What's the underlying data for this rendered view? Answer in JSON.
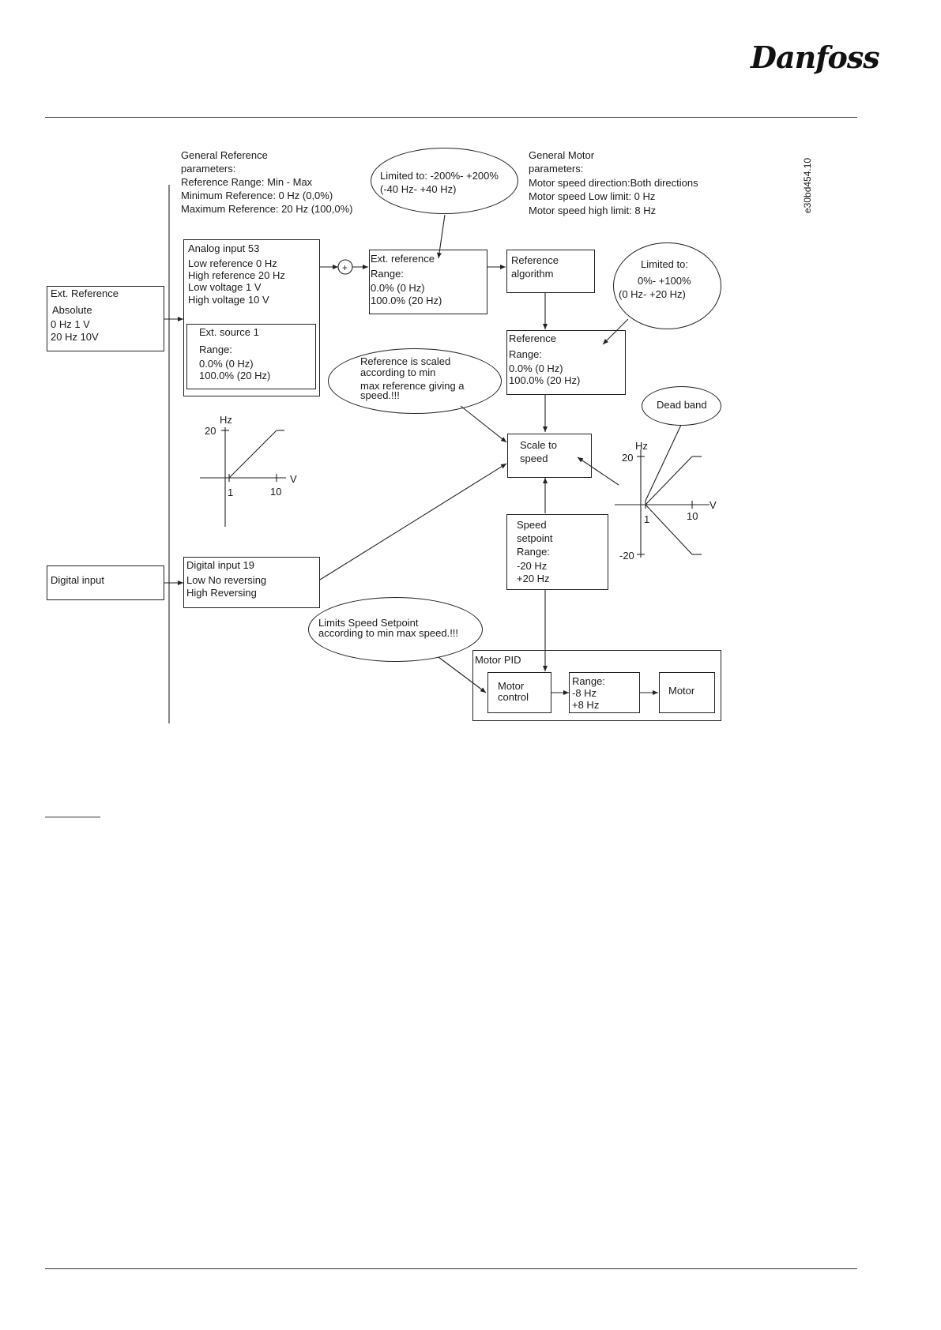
{
  "brand": {
    "logo_text": "Danfoss"
  },
  "doc_id": "e30bd454.10",
  "general_reference": {
    "lines": [
      "General Reference",
      "parameters:",
      "Reference Range: Min - Max",
      "Minimum Reference: 0 Hz (0,0%)",
      "Maximum Reference: 20 Hz (100,0%)"
    ]
  },
  "general_motor": {
    "lines": [
      "General Motor",
      "parameters:",
      "Motor speed direction:Both directions",
      "Motor speed Low limit: 0 Hz",
      "Motor speed high limit: 8 Hz"
    ]
  },
  "limit_200": {
    "lines": [
      "Limited to: -200%- +200%",
      "(-40 Hz- +40 Hz)"
    ]
  },
  "ext_reference_input": {
    "lines": [
      "Ext. Reference",
      "Absolute",
      "0 Hz  1 V",
      "20 Hz  10V"
    ]
  },
  "analog_input": {
    "lines": [
      "Analog input 53",
      "Low reference 0 Hz",
      "High reference 20 Hz",
      "Low voltage 1 V",
      "High voltage 10 V"
    ]
  },
  "ext_source": {
    "lines": [
      "Ext. source 1",
      "Range:",
      "0.0% (0 Hz)",
      "100.0% (20 Hz)"
    ]
  },
  "sum_symbol": "+",
  "ext_reference_box": {
    "lines": [
      "Ext. reference",
      "Range:",
      "0.0% (0 Hz)",
      "100.0% (20 Hz)"
    ]
  },
  "reference_algorithm": {
    "lines": [
      "Reference",
      "algorithm"
    ]
  },
  "limit_100": {
    "lines": [
      "Limited to:",
      "0%- +100%",
      "(0 Hz- +20 Hz)"
    ]
  },
  "reference_box": {
    "lines": [
      "Reference",
      "Range:",
      "0.0% (0 Hz)",
      "100.0% (20 Hz)"
    ]
  },
  "scaled_note": {
    "lines": [
      "Reference is scaled",
      "according to min",
      "max reference giving a",
      "speed.!!!"
    ]
  },
  "dead_band": "Dead band",
  "scale_to_speed": {
    "lines": [
      "Scale to",
      "speed"
    ]
  },
  "graph_left": {
    "y_unit": "Hz",
    "y_tick": "20",
    "x_unit": "V",
    "x_ticks": [
      "1",
      "10"
    ]
  },
  "graph_right": {
    "y_unit": "Hz",
    "y_ticks": [
      "20",
      "-20"
    ],
    "x_unit": "V",
    "x_ticks": [
      "1",
      "10"
    ]
  },
  "speed_setpoint": {
    "lines": [
      "Speed",
      "setpoint",
      "Range:",
      "-20 Hz",
      "+20 Hz"
    ]
  },
  "digital_input_source": "Digital input",
  "digital_input_19": {
    "lines": [
      "Digital input 19",
      "Low   No reversing",
      "High  Reversing"
    ]
  },
  "limits_note": {
    "lines": [
      "Limits Speed Setpoint",
      "according to min max speed.!!!"
    ]
  },
  "motor_pid": {
    "title": "Motor PID",
    "motor_control": [
      "Motor",
      "control"
    ],
    "range": [
      "Range:",
      "-8 Hz",
      "+8 Hz"
    ],
    "motor": "Motor"
  }
}
